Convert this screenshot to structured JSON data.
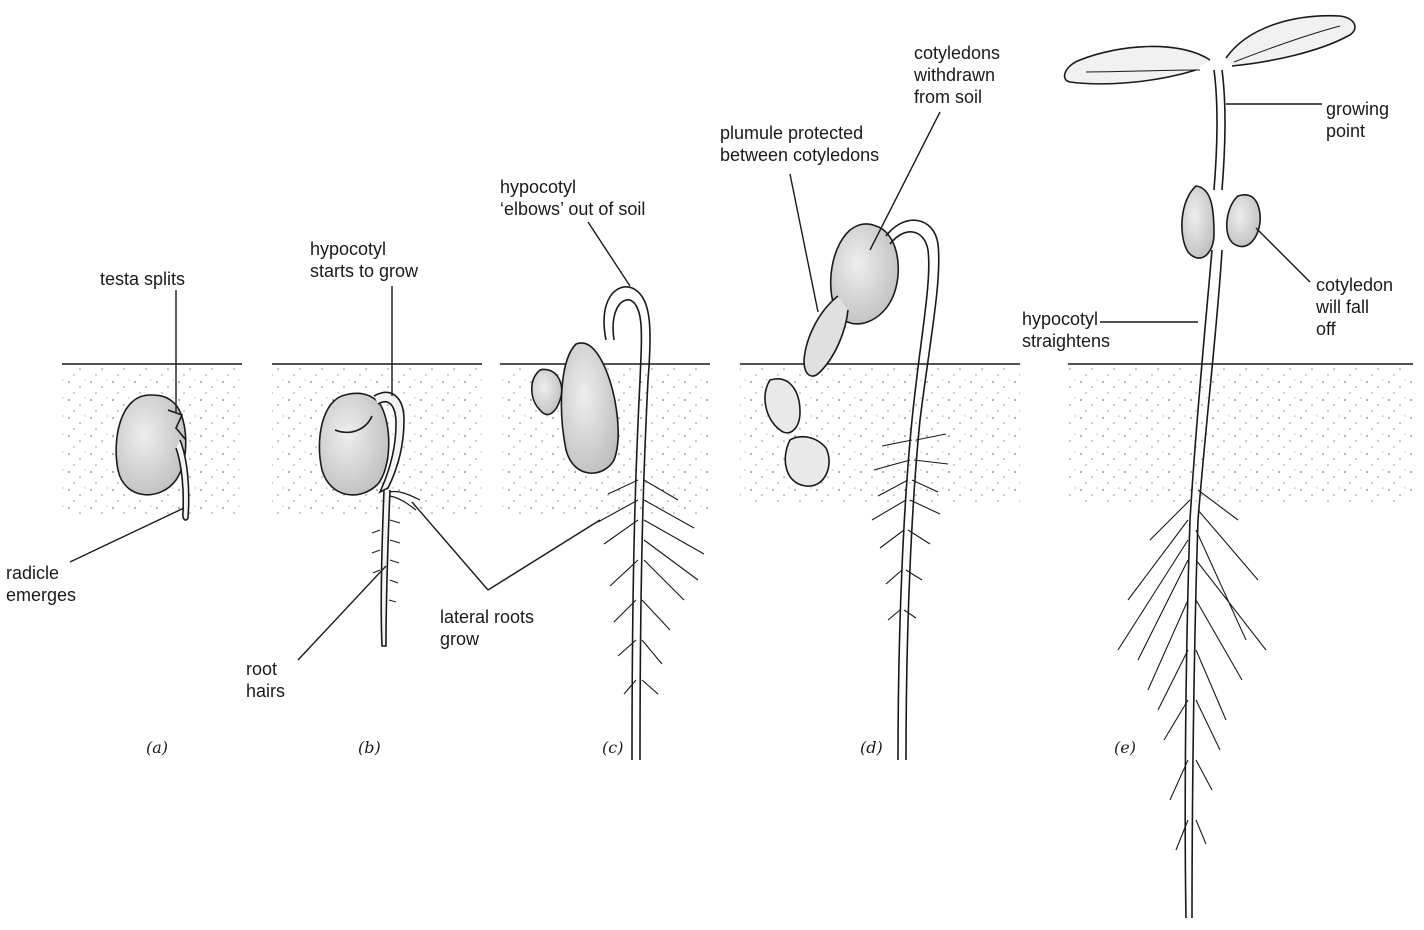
{
  "stages": {
    "a": {
      "letter": "(a)"
    },
    "b": {
      "letter": "(b)"
    },
    "c": {
      "letter": "(c)"
    },
    "d": {
      "letter": "(d)"
    },
    "e": {
      "letter": "(e)"
    }
  },
  "labels": {
    "testa_splits": "testa splits",
    "radicle_emerges": "radicle\nemerges",
    "hypocotyl_starts": "hypocotyl\nstarts to grow",
    "root_hairs": "root\nhairs",
    "lateral_roots": "lateral roots\ngrow",
    "hypocotyl_elbows": "hypocotyl\n‘elbows’ out of soil",
    "plumule_protected": "plumule protected\nbetween cotyledons",
    "cotyledons_withdrawn": "cotyledons\nwithdrawn\nfrom soil",
    "growing_point": "growing\npoint",
    "cotyledon_fall": "cotyledon\nwill fall\noff",
    "hypocotyl_straightens": "hypocotyl\nstraightens"
  },
  "colors": {
    "ink": "#1a1a1a",
    "soil_dot": "#7a7a7a",
    "seed_fill": "#d9d9d9"
  }
}
